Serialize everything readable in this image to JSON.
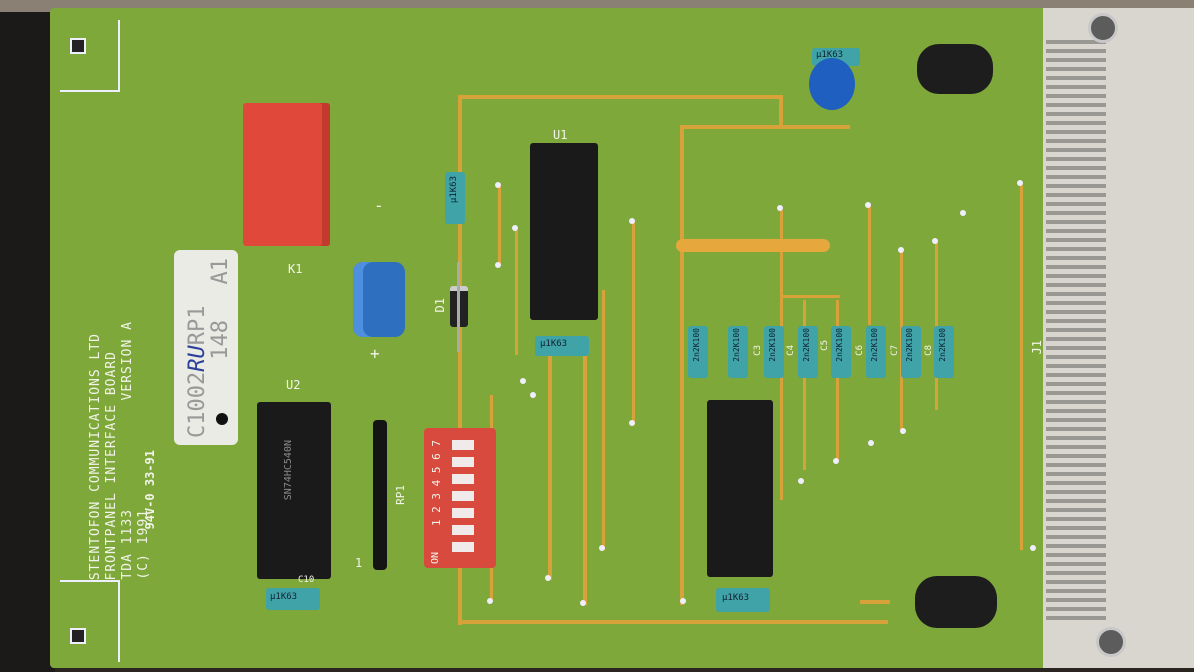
{
  "board": {
    "maker_line1": "STENTOFON COMMUNICATIONS LTD",
    "maker_line2": "FRONTPANEL INTERFACE BOARD",
    "maker_line3": "TDA 1133",
    "maker_line4": "VERSION A",
    "maker_line5": "(C) 1991",
    "rating": "94V-0 33-91"
  },
  "label": {
    "line1": "C1002",
    "line1_hand": "RU",
    "line1_suffix": "RP1",
    "line2": "148",
    "line3": "A1"
  },
  "designators": {
    "k1": "K1",
    "d1": "D1",
    "u1": "U1",
    "u2": "U2",
    "rp1": "RP1",
    "j1": "J1",
    "pin1": "1",
    "c3": "C3",
    "c4": "C4",
    "c5": "C5",
    "c6": "C6",
    "c7": "C7",
    "c8": "C8",
    "c10": "C10"
  },
  "parts": {
    "cap_small_label": "µ1K63",
    "cap_bank_label": "2n2K100",
    "u2_marking": "SN74HC540N",
    "dip_numbers": "1 2 3 4 5 6 7",
    "dip_on": "ON",
    "plus": "+",
    "minus": "-"
  },
  "colors": {
    "pcb": "#7fa83a",
    "trace": "#d8a23a",
    "silkscreen": "#f2f4ea",
    "relay": "#e0483a",
    "dip_switch": "#d94a3e",
    "ceramic_cap": "#3fa3a8",
    "electrolytic_cap": "#2f6fc0",
    "blue_cap": "#1f5fbf",
    "ic": "#1a1a1a",
    "connector": "#d9d6cf"
  }
}
